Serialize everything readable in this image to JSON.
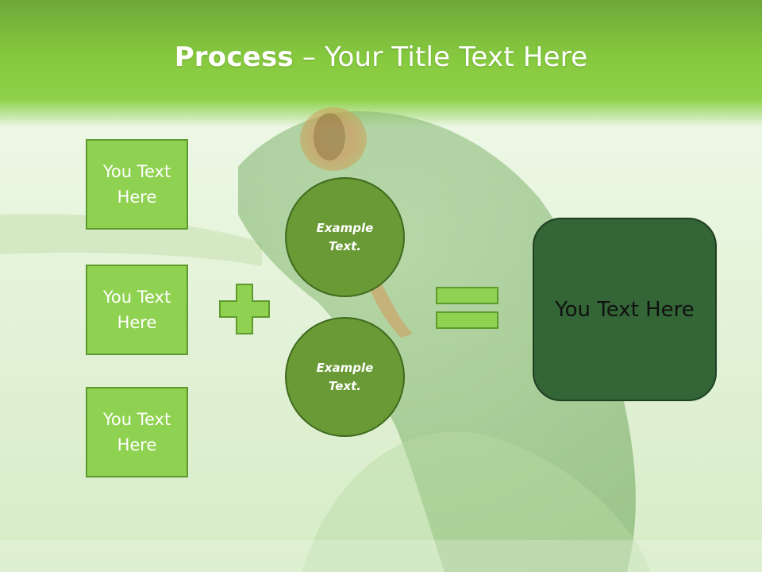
{
  "slide": {
    "title_bold": "Process",
    "title_rest": " – Your Title Text Here",
    "boxes": [
      {
        "label": "You Text Here"
      },
      {
        "label": "You Text Here"
      },
      {
        "label": "You Text Here"
      }
    ],
    "circles": [
      {
        "label": "Example Text."
      },
      {
        "label": "Example Text."
      }
    ],
    "result": {
      "label": "You Text Here"
    }
  },
  "icons": {
    "plus": "plus-icon",
    "equals": "equals-icon",
    "background": "frog-photo"
  },
  "colors": {
    "header_green": "#86c93e",
    "box_fill": "#8fd150",
    "circle_fill": "#6a9a35",
    "result_fill": "#336536",
    "operator_fill": "#8fd150"
  }
}
